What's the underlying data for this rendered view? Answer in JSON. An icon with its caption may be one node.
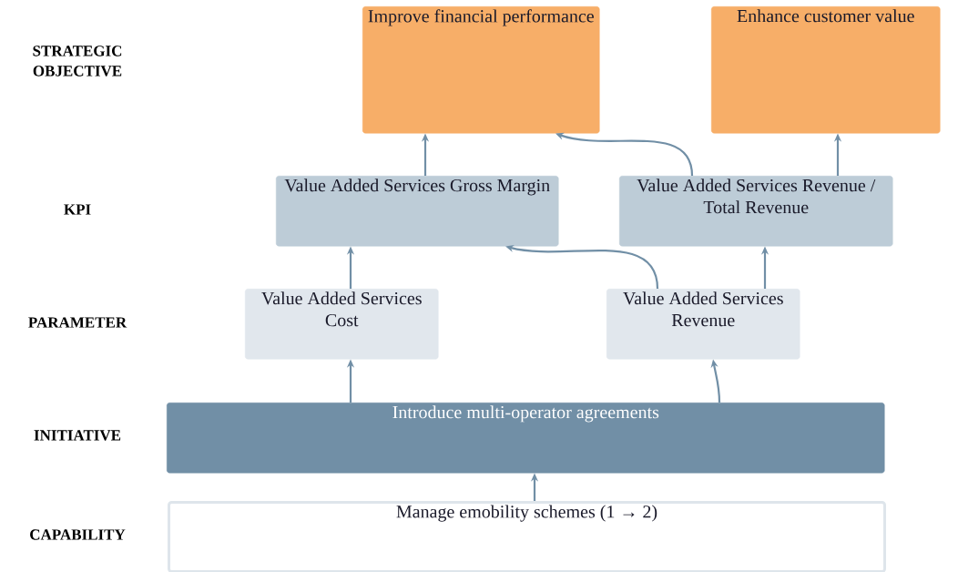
{
  "diagram": {
    "nodes": [
      {
        "text": [
          "Improve financial performance"
        ]
      },
      {
        "text": [
          "Enhance customer value"
        ]
      },
      {
        "text": [
          "Value Added Services Gross Margin"
        ]
      },
      {
        "text": [
          "Value Added Services Revenue / Total Revenue"
        ]
      },
      {
        "text": [
          "Value Added Services Cost"
        ]
      },
      {
        "text": [
          "Value Added Services Revenue"
        ]
      },
      {
        "text": [
          "Introduce multi-operator agreements"
        ]
      },
      {
        "text": [
          "Manage emobility schemes (1 → 2)"
        ]
      }
    ],
    "edges": [
      {
        "from": 7,
        "to": 6,
        "arrow": "to"
      },
      {
        "from": 6,
        "to": 4,
        "arrow": "to"
      },
      {
        "from": 6,
        "to": 5,
        "arrow": "to"
      },
      {
        "from": 4,
        "to": 2,
        "arrow": "to"
      },
      {
        "from": 5,
        "to": 2,
        "arrow": "to"
      },
      {
        "from": 5,
        "to": 3,
        "arrow": "to"
      },
      {
        "from": 2,
        "to": 0,
        "arrow": "to"
      },
      {
        "from": 3,
        "to": 0,
        "arrow": "to"
      },
      {
        "from": 3,
        "to": 1,
        "arrow": "to"
      }
    ],
    "labels": [
      "STRATEGIC OBJECTIVE",
      "KPI",
      "PARAMETER",
      "INITIATIVE",
      "CAPABILITY"
    ]
  }
}
